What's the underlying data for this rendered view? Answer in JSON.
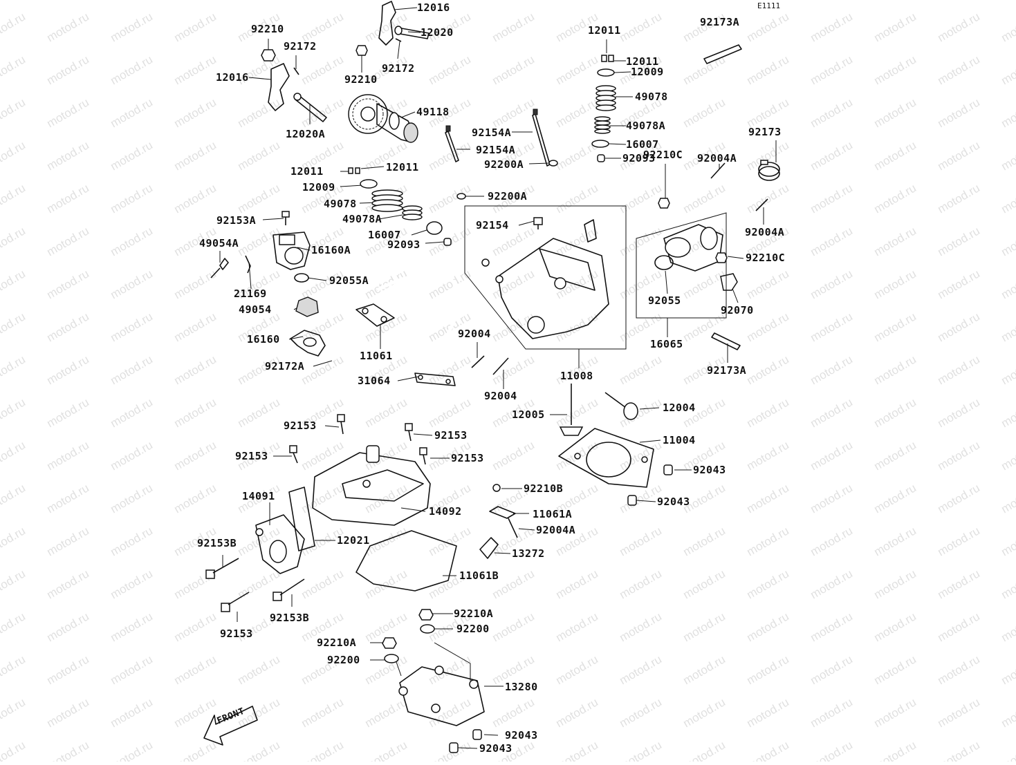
{
  "diagram_code": "E1111",
  "watermark_text": "motod.ru",
  "front_arrow_label": "FRONT",
  "colors": {
    "line": "#111111",
    "background": "#ffffff",
    "watermark": "#c8c8c8"
  },
  "parts": [
    {
      "id": "p-12016a",
      "number": "12016",
      "icon": "rocker-arm-icon"
    },
    {
      "id": "p-12020",
      "number": "12020",
      "icon": "rocker-shaft-icon"
    },
    {
      "id": "p-92210",
      "number": "92210",
      "icon": "nut-icon"
    },
    {
      "id": "p-92172a",
      "number": "92172",
      "icon": "pin-icon"
    },
    {
      "id": "p-12016b",
      "number": "12016",
      "icon": "rocker-arm-icon"
    },
    {
      "id": "p-92210b",
      "number": "92210",
      "icon": "nut-icon"
    },
    {
      "id": "p-92172b",
      "number": "92172",
      "icon": "pin-icon"
    },
    {
      "id": "p-12020a",
      "number": "12020A",
      "icon": "rocker-shaft-icon"
    },
    {
      "id": "p-49118",
      "number": "49118",
      "icon": "camshaft-icon"
    },
    {
      "id": "p-12011a",
      "number": "12011",
      "icon": "cotter-icon"
    },
    {
      "id": "p-12011b",
      "number": "12011",
      "icon": "cotter-icon"
    },
    {
      "id": "p-12009a",
      "number": "12009",
      "icon": "retainer-icon"
    },
    {
      "id": "p-49078a",
      "number": "49078",
      "icon": "spring-icon"
    },
    {
      "id": "p-49078aa",
      "number": "49078A",
      "icon": "spring-icon"
    },
    {
      "id": "p-16007a",
      "number": "16007",
      "icon": "seat-icon"
    },
    {
      "id": "p-92093a",
      "number": "92093",
      "icon": "seal-icon"
    },
    {
      "id": "p-12011c",
      "number": "12011",
      "icon": "cotter-icon"
    },
    {
      "id": "p-12011d",
      "number": "12011",
      "icon": "cotter-icon"
    },
    {
      "id": "p-12009b",
      "number": "12009",
      "icon": "retainer-icon"
    },
    {
      "id": "p-49078b",
      "number": "49078",
      "icon": "spring-icon"
    },
    {
      "id": "p-49078ab",
      "number": "49078A",
      "icon": "spring-icon"
    },
    {
      "id": "p-16007b",
      "number": "16007",
      "icon": "seat-icon"
    },
    {
      "id": "p-92093b",
      "number": "92093",
      "icon": "seal-icon"
    },
    {
      "id": "p-92173a1",
      "number": "92173A",
      "icon": "clamp-band-icon"
    },
    {
      "id": "p-92154a1",
      "number": "92154A",
      "icon": "stud-bolt-icon"
    },
    {
      "id": "p-92154a2",
      "number": "92154A",
      "icon": "stud-bolt-icon"
    },
    {
      "id": "p-92200a1",
      "number": "92200A",
      "icon": "washer-icon"
    },
    {
      "id": "p-92200a2",
      "number": "92200A",
      "icon": "washer-icon"
    },
    {
      "id": "p-92153a",
      "number": "92153A",
      "icon": "bolt-icon"
    },
    {
      "id": "p-49054a",
      "number": "49054A",
      "icon": "sensor-icon"
    },
    {
      "id": "p-16160a",
      "number": "16160A",
      "icon": "thermostat-housing-icon"
    },
    {
      "id": "p-21169",
      "number": "21169",
      "icon": "clip-icon"
    },
    {
      "id": "p-92055a",
      "number": "92055A",
      "icon": "o-ring-icon"
    },
    {
      "id": "p-49054",
      "number": "49054",
      "icon": "thermostat-icon"
    },
    {
      "id": "p-16160",
      "number": "16160",
      "icon": "thermostat-cap-icon"
    },
    {
      "id": "p-92172a2",
      "number": "92172A",
      "icon": "pin-icon"
    },
    {
      "id": "p-11061",
      "number": "11061",
      "icon": "gasket-icon"
    },
    {
      "id": "p-31064",
      "number": "31064",
      "icon": "pipe-icon"
    },
    {
      "id": "p-92004a",
      "number": "92004",
      "icon": "clip-icon"
    },
    {
      "id": "p-92004b",
      "number": "92004",
      "icon": "clip-icon"
    },
    {
      "id": "p-92154",
      "number": "92154",
      "icon": "bolt-icon"
    },
    {
      "id": "p-11008",
      "number": "11008",
      "icon": "cylinder-head-icon"
    },
    {
      "id": "p-92173",
      "number": "92173",
      "icon": "hose-clamp-icon"
    },
    {
      "id": "p-92004a1",
      "number": "92004A",
      "icon": "clip-icon"
    },
    {
      "id": "p-92004a2",
      "number": "92004A",
      "icon": "clip-icon"
    },
    {
      "id": "p-92210c1",
      "number": "92210C",
      "icon": "nut-icon"
    },
    {
      "id": "p-92210c2",
      "number": "92210C",
      "icon": "nut-icon"
    },
    {
      "id": "p-92055",
      "number": "92055",
      "icon": "o-ring-icon"
    },
    {
      "id": "p-92070",
      "number": "92070",
      "icon": "sensor-icon"
    },
    {
      "id": "p-16065",
      "number": "16065",
      "icon": "intake-pipe-icon"
    },
    {
      "id": "p-92173a2",
      "number": "92173A",
      "icon": "clamp-band-icon"
    },
    {
      "id": "p-12005",
      "number": "12005",
      "icon": "valve-icon"
    },
    {
      "id": "p-12004",
      "number": "12004",
      "icon": "valve-icon"
    },
    {
      "id": "p-11004",
      "number": "11004",
      "icon": "head-gasket-icon"
    },
    {
      "id": "p-92043a",
      "number": "92043",
      "icon": "dowel-pin-icon"
    },
    {
      "id": "p-92043b",
      "number": "92043",
      "icon": "dowel-pin-icon"
    },
    {
      "id": "p-92153b1",
      "number": "92153",
      "icon": "bolt-icon"
    },
    {
      "id": "p-92153b2",
      "number": "92153",
      "icon": "bolt-icon"
    },
    {
      "id": "p-92153b3",
      "number": "92153",
      "icon": "bolt-icon"
    },
    {
      "id": "p-92153b4",
      "number": "92153",
      "icon": "bolt-icon"
    },
    {
      "id": "p-14091",
      "number": "14091",
      "icon": "cover-icon"
    },
    {
      "id": "p-14092",
      "number": "14092",
      "icon": "head-cover-icon"
    },
    {
      "id": "p-12021",
      "number": "12021",
      "icon": "gasket-icon"
    },
    {
      "id": "p-92210b2",
      "number": "92210B",
      "icon": "nut-icon"
    },
    {
      "id": "p-11061a",
      "number": "11061A",
      "icon": "gasket-icon"
    },
    {
      "id": "p-92004a3",
      "number": "92004A",
      "icon": "clip-icon"
    },
    {
      "id": "p-13272",
      "number": "13272",
      "icon": "bracket-icon"
    },
    {
      "id": "p-11061b",
      "number": "11061B",
      "icon": "gasket-icon"
    },
    {
      "id": "p-92153bb1",
      "number": "92153B",
      "icon": "bolt-icon"
    },
    {
      "id": "p-92153bb2",
      "number": "92153B",
      "icon": "bolt-icon"
    },
    {
      "id": "p-92153c",
      "number": "92153",
      "icon": "bolt-icon"
    },
    {
      "id": "p-92210a1",
      "number": "92210A",
      "icon": "nut-icon"
    },
    {
      "id": "p-92200b1",
      "number": "92200",
      "icon": "washer-icon"
    },
    {
      "id": "p-92210a2",
      "number": "92210A",
      "icon": "nut-icon"
    },
    {
      "id": "p-92200b2",
      "number": "92200",
      "icon": "washer-icon"
    },
    {
      "id": "p-13280",
      "number": "13280",
      "icon": "holder-icon"
    },
    {
      "id": "p-92043c",
      "number": "92043",
      "icon": "dowel-pin-icon"
    },
    {
      "id": "p-92043d",
      "number": "92043",
      "icon": "dowel-pin-icon"
    }
  ]
}
